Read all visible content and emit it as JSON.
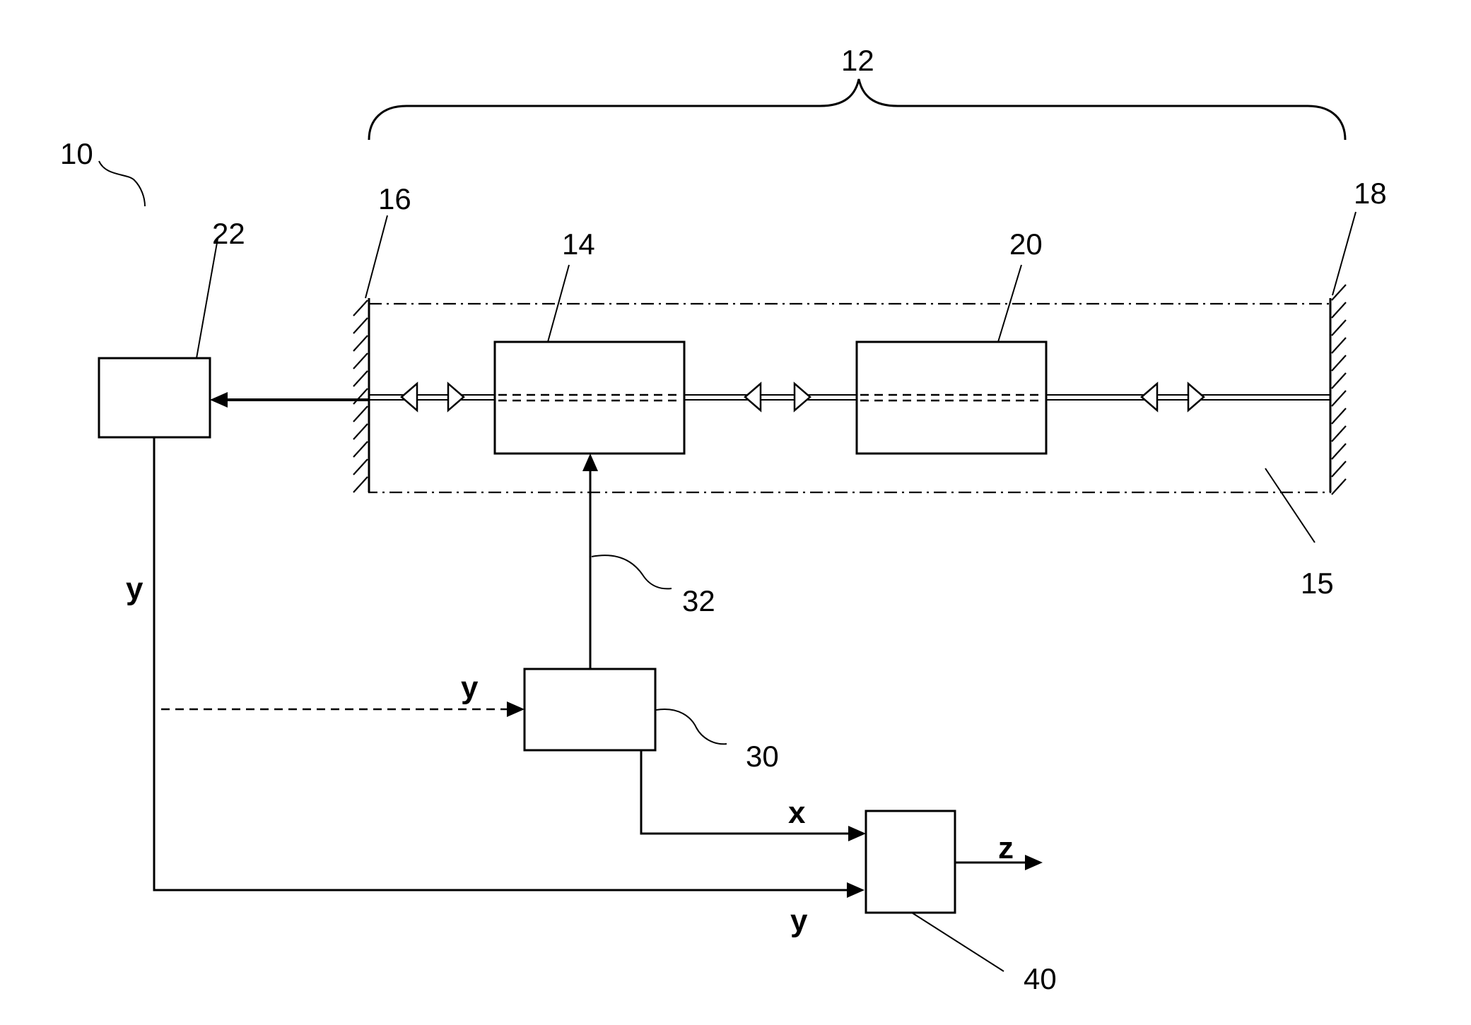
{
  "labels": {
    "system": "10",
    "cavity": "12",
    "gain_element": "14",
    "enclosure": "15",
    "mirror_left": "16",
    "mirror_right": "18",
    "element_20": "20",
    "detector": "22",
    "controller": "30",
    "control_line": "32",
    "processor": "40"
  },
  "signals": {
    "y_left": "y",
    "y_dashed": "y",
    "x": "x",
    "y_bottom": "y",
    "z": "z"
  }
}
